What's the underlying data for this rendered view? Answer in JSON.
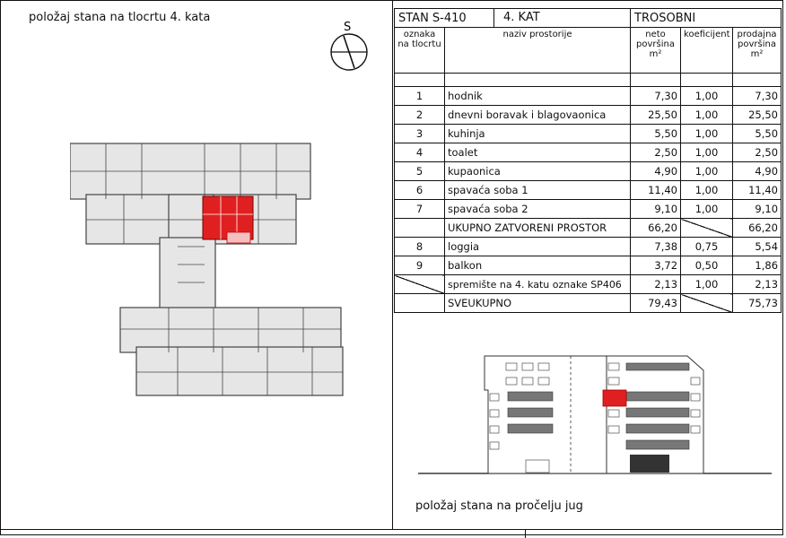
{
  "left_title": "položaj stana na tlocrtu 4. kata",
  "compass_label": "S",
  "header": {
    "apartment": "STAN S-410",
    "floor": "4. KAT",
    "type": "TROSOBNI"
  },
  "columns": {
    "mark": "oznaka na tlocrtu",
    "name": "naziv prostorije",
    "net_area": "neto površina m²",
    "coef": "koeficijent",
    "sale_area": "prodajna površina m²"
  },
  "rows": [
    {
      "mark": "1",
      "name": "hodnik",
      "net": "7,30",
      "coef": "1,00",
      "sale": "7,30"
    },
    {
      "mark": "2",
      "name": "dnevni boravak i blagovaonica",
      "net": "25,50",
      "coef": "1,00",
      "sale": "25,50"
    },
    {
      "mark": "3",
      "name": "kuhinja",
      "net": "5,50",
      "coef": "1,00",
      "sale": "5,50"
    },
    {
      "mark": "4",
      "name": "toalet",
      "net": "2,50",
      "coef": "1,00",
      "sale": "2,50"
    },
    {
      "mark": "5",
      "name": "kupaonica",
      "net": "4,90",
      "coef": "1,00",
      "sale": "4,90"
    },
    {
      "mark": "6",
      "name": "spavaća soba 1",
      "net": "11,40",
      "coef": "1,00",
      "sale": "11,40"
    },
    {
      "mark": "7",
      "name": "spavaća soba 2",
      "net": "9,10",
      "coef": "1,00",
      "sale": "9,10"
    }
  ],
  "closed_total": {
    "label": "UKUPNO ZATVORENI PROSTOR",
    "net": "66,20",
    "sale": "66,20"
  },
  "extra_rows": [
    {
      "mark": "8",
      "name": "loggia",
      "net": "7,38",
      "coef": "0,75",
      "sale": "5,54"
    },
    {
      "mark": "9",
      "name": "balkon",
      "net": "3,72",
      "coef": "0,50",
      "sale": "1,86"
    }
  ],
  "storage": {
    "name": "spremište na 4. katu oznake SP406",
    "net": "2,13",
    "coef": "1,00",
    "sale": "2,13"
  },
  "grand_total": {
    "label": "SVEUKUPNO",
    "net": "79,43",
    "sale": "75,73"
  },
  "facade_caption": "položaj stana na pročelju jug",
  "colors": {
    "highlight": "#e02020",
    "line": "#111111",
    "wall": "#555555"
  }
}
